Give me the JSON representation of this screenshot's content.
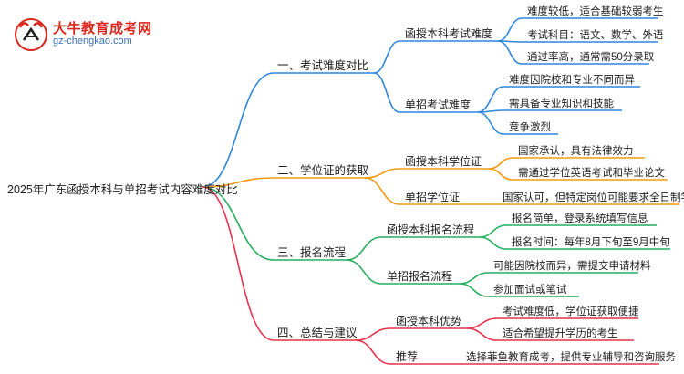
{
  "logo": {
    "main": "大牛教育成考网",
    "sub": "gz-chengkao.com"
  },
  "root": "2025年广东函授本科与单招考试内容难度对比",
  "colors": {
    "blue": "#2e86de",
    "orange": "#f39c12",
    "green": "#27ae60",
    "red": "#e8314a"
  },
  "branches": [
    {
      "label": "一、考试难度对比",
      "color": "blue",
      "children": [
        {
          "label": "函授本科考试难度",
          "leaves": [
            "难度较低，适合基础较弱考生",
            "考试科目：语文、数学、外语",
            "通过率高，通常需50分录取"
          ]
        },
        {
          "label": "单招考试难度",
          "leaves": [
            "难度因院校和专业不同而异",
            "需具备专业知识和技能",
            "竞争激烈"
          ]
        }
      ]
    },
    {
      "label": "二、学位证的获取",
      "color": "orange",
      "children": [
        {
          "label": "函授本科学位证",
          "leaves": [
            "国家承认，具有法律效力",
            "需通过学位英语考试和毕业论文"
          ]
        },
        {
          "label": "单招学位证",
          "leaves": [
            "国家认可，但特定岗位可能要求全日制学历"
          ]
        }
      ]
    },
    {
      "label": "三、报名流程",
      "color": "green",
      "children": [
        {
          "label": "函授本科报名流程",
          "leaves": [
            "报名简单，登录系统填写信息",
            "报名时间：每年8月下旬至9月中旬"
          ]
        },
        {
          "label": "单招报名流程",
          "leaves": [
            "可能因院校而异，需提交申请材料",
            "参加面试或笔试"
          ]
        }
      ]
    },
    {
      "label": "四、总结与建议",
      "color": "red",
      "children": [
        {
          "label": "函授本科优势",
          "leaves": [
            "考试难度低，学位证获取便捷",
            "适合希望提升学历的考生"
          ]
        },
        {
          "label": "推荐",
          "leaves": [
            "选择菲鱼教育成考，提供专业辅导和咨询服务"
          ]
        }
      ]
    }
  ]
}
